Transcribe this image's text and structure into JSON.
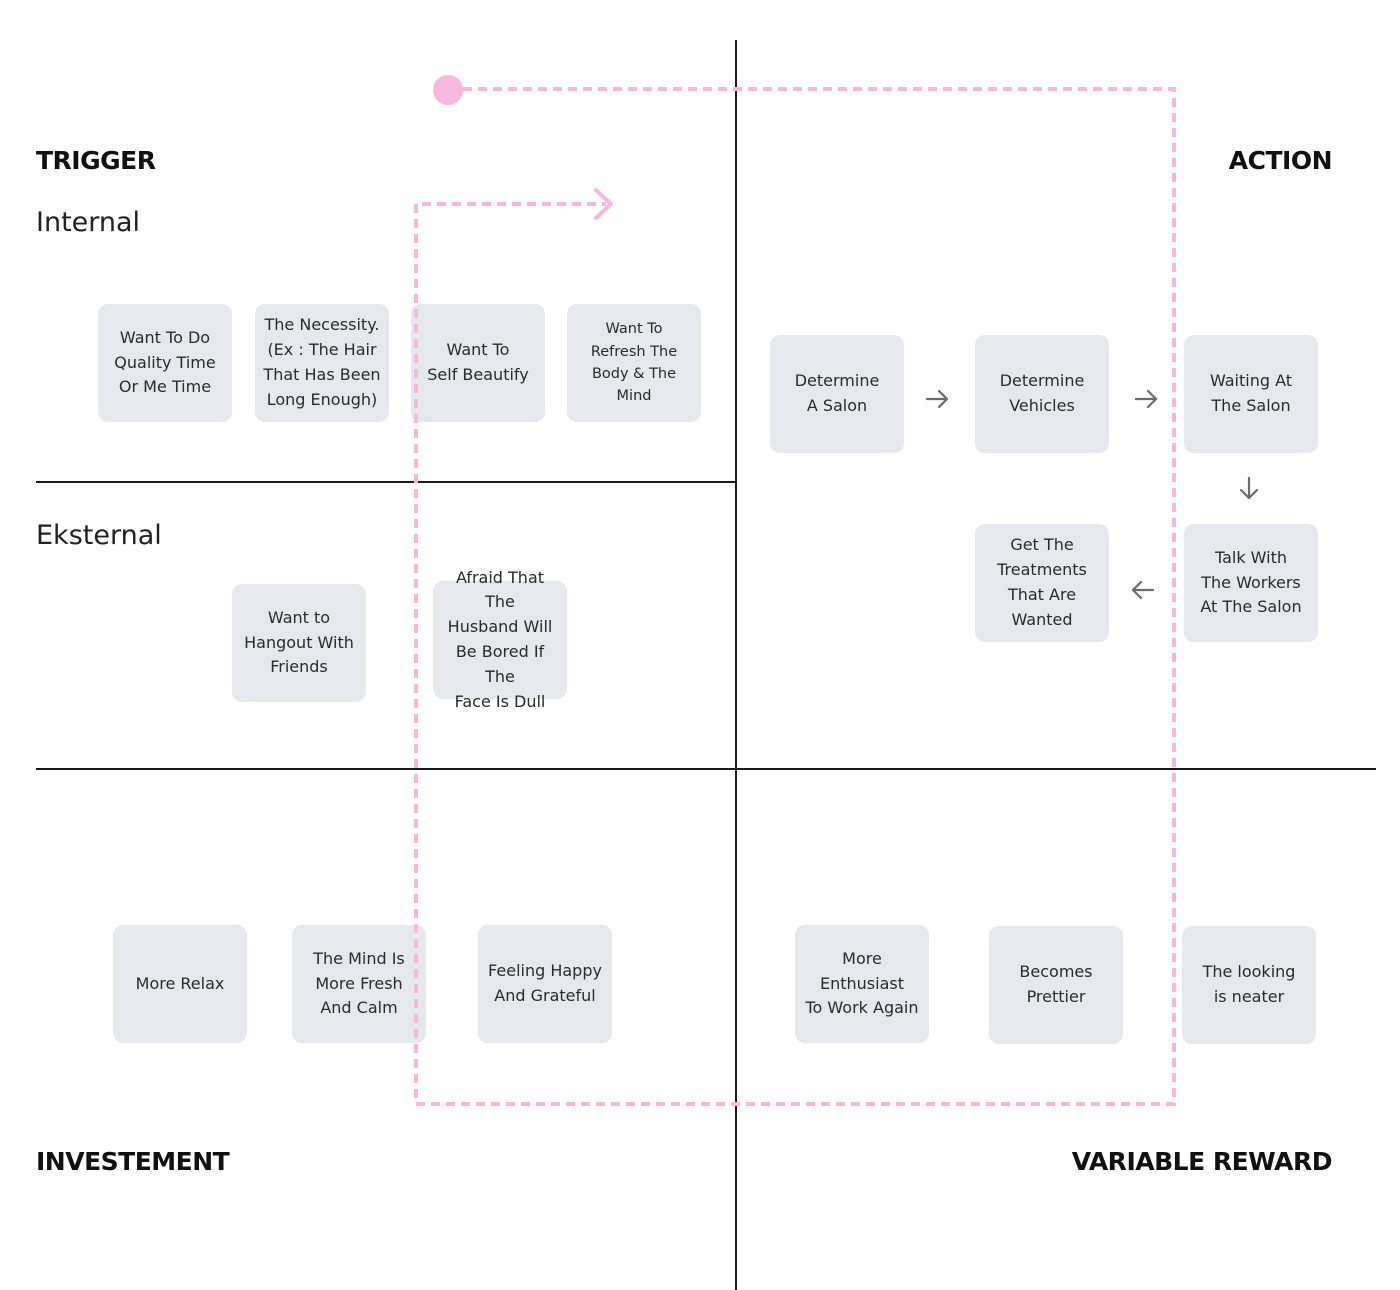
{
  "quadrants": {
    "trigger": "TRIGGER",
    "action": "ACTION",
    "investment": "INVESTEMENT",
    "variable_reward": "VARIABLE REWARD"
  },
  "sections": {
    "internal": "Internal",
    "external": "Eksternal"
  },
  "trigger_internal": [
    "Want To Do\nQuality Time\nOr Me Time",
    "The Necessity.\n(Ex : The Hair\nThat Has Been\nLong Enough)",
    "Want To\nSelf Beautify",
    "Want To\nRefresh The\nBody & The Mind"
  ],
  "trigger_external": [
    "Want to\nHangout With\nFriends",
    "Afraid That The\nHusband Will\nBe Bored If The\nFace Is Dull"
  ],
  "action": [
    "Determine\nA Salon",
    "Determine\nVehicles",
    "Waiting At\nThe Salon",
    "Talk With\nThe Workers\nAt The Salon",
    "Get The\nTreatments\nThat Are\nWanted"
  ],
  "investment": [
    "More Relax",
    "The Mind Is\nMore Fresh\nAnd Calm",
    "Feeling Happy\nAnd Grateful"
  ],
  "variable_reward": [
    "More\nEnthusiast\nTo Work Again",
    "Becomes\nPrettier",
    "The looking\nis neater"
  ],
  "colors": {
    "card_bg": "#e5e8ec",
    "loop_pink": "#f7b7e0",
    "arrow_gray": "#6b6b6b",
    "divider": "#1a1a1a"
  }
}
